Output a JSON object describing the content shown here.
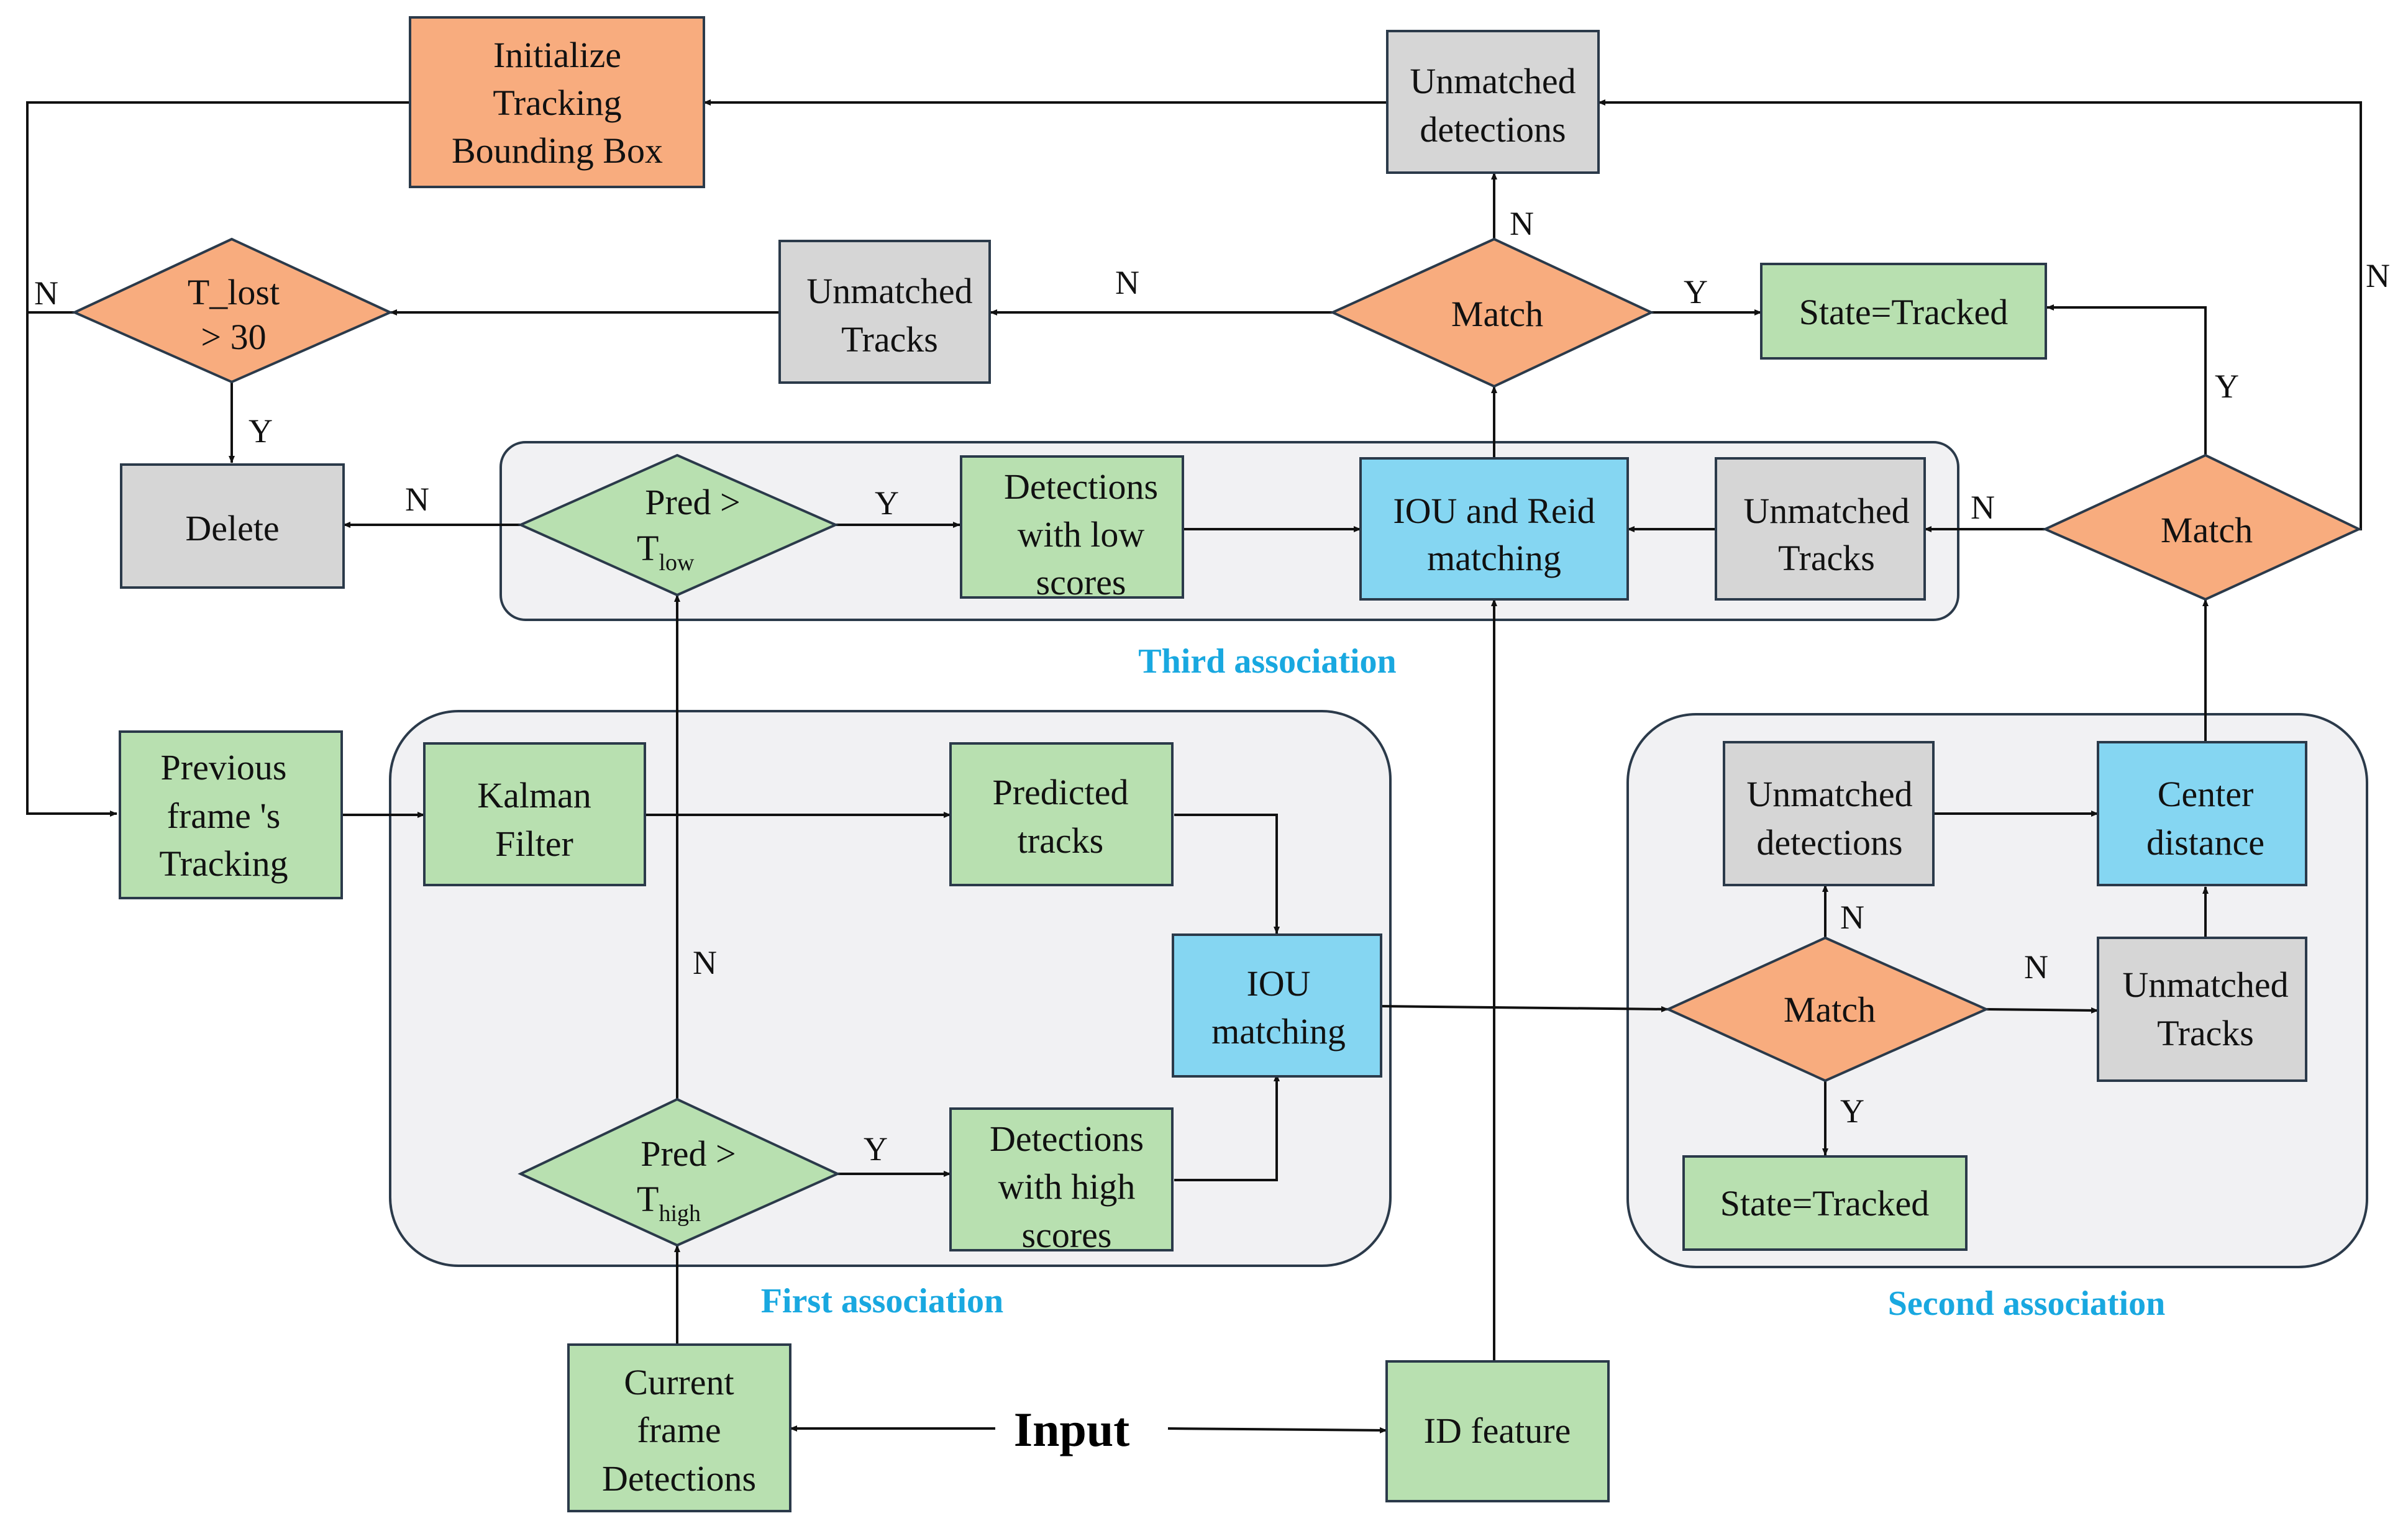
{
  "colors": {
    "green": "#b8e0b0",
    "orange": "#f8ac7e",
    "gray": "#d6d6d6",
    "blue": "#85d6f2",
    "group_fill": "#f1f1f3",
    "group_label": "#19a8e0",
    "stroke": "#2b3a4a"
  },
  "groups": {
    "third": "Third association",
    "first": "First association",
    "second": "Second association"
  },
  "nodes": {
    "init_box": [
      "Initialize",
      "Tracking",
      "Bounding Box"
    ],
    "unmatched_det_top": [
      "Unmatched",
      "detections"
    ],
    "t_lost": [
      "T_lost",
      "> 30"
    ],
    "unmatched_tracks_top": [
      "Unmatched",
      "Tracks"
    ],
    "match_top": "Match",
    "state_tracked_top": "State=Tracked",
    "delete": "Delete",
    "pred_low": {
      "text": "Pred >",
      "symbol": "T",
      "sub": "low"
    },
    "det_low": [
      "Detections",
      "with low",
      "scores"
    ],
    "iou_reid": [
      "IOU and Reid",
      "matching"
    ],
    "unmatched_tracks_mid": [
      "Unmatched",
      "Tracks"
    ],
    "match_right": "Match",
    "prev_frame": [
      "Previous",
      "frame 's",
      "Tracking"
    ],
    "kalman": [
      "Kalman",
      "Filter"
    ],
    "predicted_tracks": [
      "Predicted",
      "tracks"
    ],
    "iou_matching": [
      "IOU",
      "matching"
    ],
    "pred_high": {
      "text": "Pred >",
      "symbol": "T",
      "sub": "high"
    },
    "det_high": [
      "Detections",
      "with high",
      "scores"
    ],
    "unmatched_det_second": [
      "Unmatched",
      "detections"
    ],
    "center_distance": [
      "Center",
      "distance"
    ],
    "match_second": "Match",
    "unmatched_tracks_second": [
      "Unmatched",
      "Tracks"
    ],
    "state_tracked_second": "State=Tracked",
    "current_frame": [
      "Current",
      "frame",
      "Detections"
    ],
    "id_feature": "ID feature",
    "input": "Input"
  },
  "edge_labels": {
    "n_tlost": "N",
    "y_tlost": "Y",
    "n_unmatched_tracks_top": "N",
    "n_match_top_up": "N",
    "y_match_top": "Y",
    "n_far_right": "N",
    "y_match_right": "Y",
    "n_match_right": "N",
    "n_delete": "N",
    "y_pred_low": "Y",
    "n_pred_high": "N",
    "y_pred_high": "Y",
    "n_match_second_up": "N",
    "n_match_second_right": "N",
    "y_match_second": "Y"
  }
}
